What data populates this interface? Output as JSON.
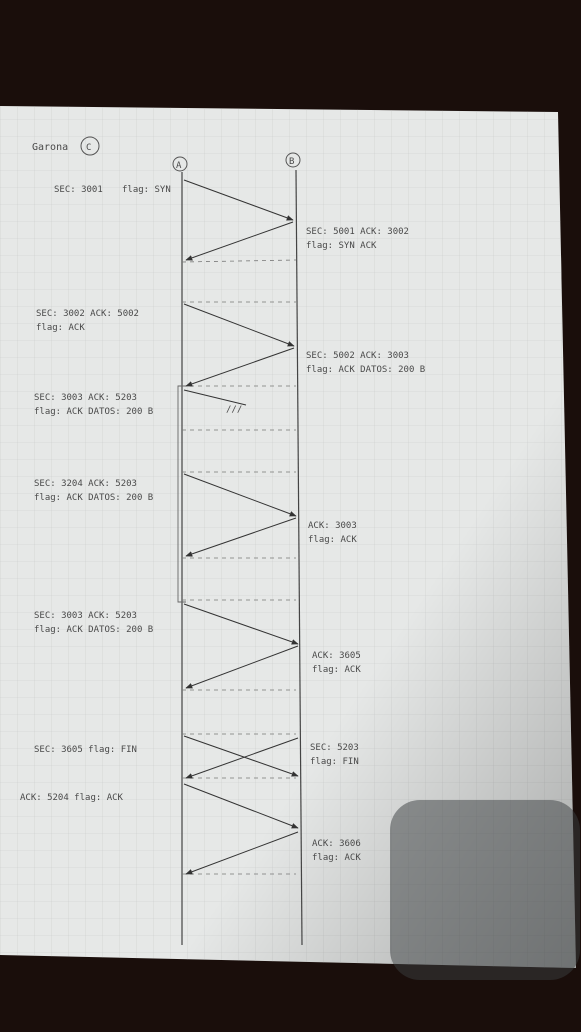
{
  "header": {
    "title": "Garona",
    "circle_label": "C"
  },
  "hosts": {
    "a": "A",
    "b": "B"
  },
  "notes": [
    {
      "id": "n1",
      "lines": [
        "SEC: 3001",
        "flag: SYN"
      ]
    },
    {
      "id": "n2",
      "lines": [
        "SEC: 5001   ACK: 3002",
        "flag: SYN ACK"
      ]
    },
    {
      "id": "n3",
      "lines": [
        "SEC: 3002   ACK: 5002",
        "flag: ACK"
      ]
    },
    {
      "id": "n4",
      "lines": [
        "SEC: 5002   ACK: 3003",
        "flag: ACK    DATOS: 200 B"
      ]
    },
    {
      "id": "n5",
      "lines": [
        "SEC: 3003   ACK: 5203",
        "flag: ACK    DATOS: 200 B"
      ]
    },
    {
      "id": "n6",
      "lines": [
        "SEC: 3204   ACK: 5203",
        "flag: ACK    DATOS: 200 B"
      ]
    },
    {
      "id": "n7",
      "lines": [
        "ACK: 3003",
        "flag: ACK"
      ]
    },
    {
      "id": "n8",
      "lines": [
        "SEC: 3003   ACK: 5203",
        "flag: ACK    DATOS: 200 B"
      ]
    },
    {
      "id": "n9",
      "lines": [
        "ACK: 3605",
        "flag: ACK"
      ]
    },
    {
      "id": "n10",
      "lines": [
        "SEC: 3605   flag: FIN"
      ]
    },
    {
      "id": "n11",
      "lines": [
        "SEC: 5203",
        "flag: FIN"
      ]
    },
    {
      "id": "n12",
      "lines": [
        "ACK: 5204   flag: ACK"
      ]
    },
    {
      "id": "n13",
      "lines": [
        "ACK: 3606",
        "flag: ACK"
      ]
    }
  ],
  "lost_mark": "///"
}
